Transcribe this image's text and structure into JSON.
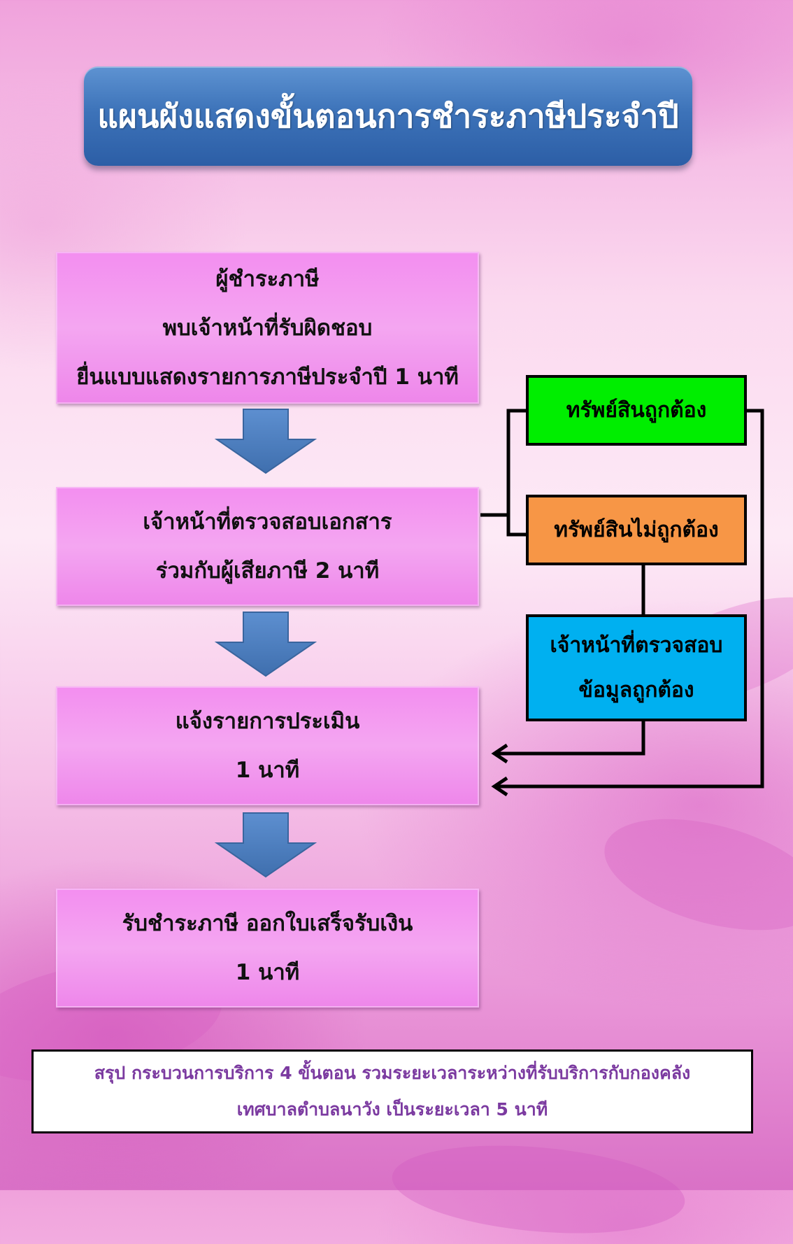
{
  "title": "แผนผังแสดงขั้นตอนการชำระภาษีประจำปี",
  "steps": [
    {
      "lines": [
        "ผู้ชำระภาษี",
        "พบเจ้าหน้าที่รับผิดชอบ",
        "ยื่นแบบแสดงรายการภาษีประจำปี 1 นาที"
      ]
    },
    {
      "lines": [
        "เจ้าหน้าที่ตรวจสอบเอกสาร",
        "ร่วมกับผู้เสียภาษี 2 นาที"
      ]
    },
    {
      "lines": [
        "แจ้งรายการประเมิน",
        "1 นาที"
      ]
    },
    {
      "lines": [
        "รับชำระภาษี ออกใบเสร็จรับเงิน",
        "1 นาที"
      ]
    }
  ],
  "branches": {
    "correct": {
      "label": "ทรัพย์สินถูกต้อง",
      "color": "#00ee00"
    },
    "incorrect": {
      "label": "ทรัพย์สินไม่ถูกต้อง",
      "color": "#f79646"
    },
    "verify": {
      "lines": [
        "เจ้าหน้าที่ตรวจสอบ",
        "ข้อมูลถูกต้อง"
      ],
      "color": "#00b0f0"
    }
  },
  "summary": {
    "lines": [
      "สรุป กระบวนการบริการ 4 ขั้นตอน รวมระยะเวลาระหว่างที่รับบริการกับกองคลัง",
      "เทศบาลตำบลนาวัง เป็นระยะเวลา 5 นาที"
    ]
  },
  "colors": {
    "title_bar": "#3d73b9",
    "step_box": "#f4a6f1",
    "arrow": "#4f81bd",
    "summary_text": "#7b3aa0"
  }
}
